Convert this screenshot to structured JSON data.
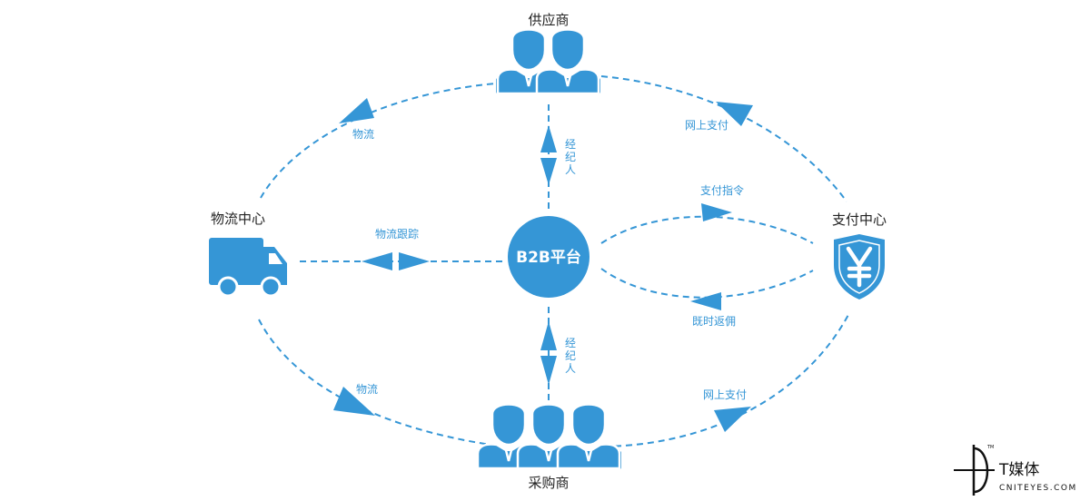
{
  "colors": {
    "accent": "#3596d6",
    "text": "#222222",
    "white": "#ffffff",
    "watermark": "#111111"
  },
  "nodes": {
    "supplier": {
      "label": "供应商",
      "icon": "people-pair-icon"
    },
    "buyer": {
      "label": "采购商",
      "icon": "people-trio-icon"
    },
    "logistics": {
      "label": "物流中心",
      "icon": "truck-icon"
    },
    "payment": {
      "label": "支付中心",
      "icon": "yen-shield-icon"
    },
    "platform": {
      "label": "B2B平台"
    }
  },
  "edges": {
    "logistics_supplier": "物流",
    "logistics_buyer": "物流",
    "supplier_payment": "网上支付",
    "buyer_payment": "网上支付",
    "platform_supplier": [
      "经",
      "纪",
      "人"
    ],
    "platform_buyer": [
      "经",
      "纪",
      "人"
    ],
    "platform_logistics": "物流跟踪",
    "platform_payment_top": "支付指令",
    "platform_payment_bottom": "既时返佣"
  },
  "watermark": {
    "name": "T媒体",
    "sub": "CNITEYES.COM",
    "tm": "TM"
  }
}
